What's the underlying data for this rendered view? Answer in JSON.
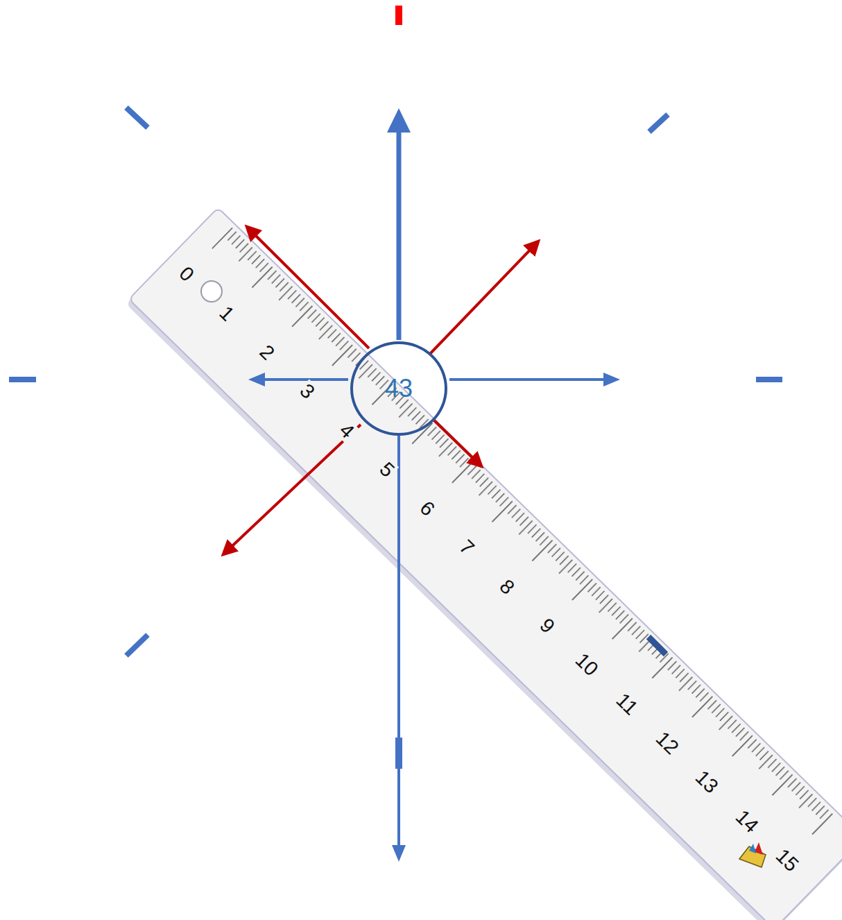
{
  "diagram": {
    "nodes": [
      {
        "text": [
          "43"
        ]
      }
    ],
    "labels": [
      "0",
      "1",
      "2",
      "3",
      "4",
      "5",
      "6",
      "7",
      "8",
      "9",
      "10",
      "11",
      "12",
      "13",
      "14",
      "15"
    ]
  }
}
